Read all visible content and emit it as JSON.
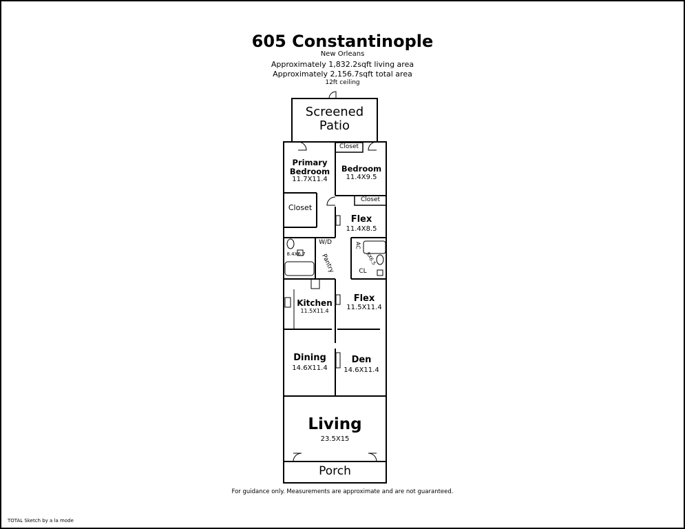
{
  "header": {
    "title": "605 Constantinople",
    "city": "New Orleans",
    "living_area": "Approximately 1,832.2sqft living area",
    "total_area": "Approximately 2,156.7sqft total area",
    "ceiling": "12ft ceiling"
  },
  "rooms": {
    "screened_patio": {
      "line1": "Screened",
      "line2": "Patio"
    },
    "closet_top": "Closet",
    "primary_bedroom": {
      "line1": "Primary",
      "line2": "Bedroom",
      "dims": "11.7X11.4"
    },
    "bedroom": {
      "name": "Bedroom",
      "dims": "11.4X9.5"
    },
    "closet_mid": "Closet",
    "closet_left": "Closet",
    "flex_upper": {
      "name": "Flex",
      "dims": "11.4X8.5"
    },
    "wd": "W/D",
    "bath_left_dims": "8.4X6.7",
    "pantry": "Pantry",
    "ac": "AC",
    "bath_right_dims": "8X6.5",
    "cl": "CL",
    "kitchen": {
      "name": "Kitchen",
      "dims": "11.5X11.4"
    },
    "flex_lower": {
      "name": "Flex",
      "dims": "11.5X11.4"
    },
    "dining": {
      "name": "Dining",
      "dims": "14.6X11.4"
    },
    "den": {
      "name": "Den",
      "dims": "14.6X11.4"
    },
    "living": {
      "name": "Living",
      "dims": "23.5X15"
    },
    "porch": "Porch"
  },
  "footer": {
    "disclaimer": "For guidance only. Measurements are approximate and are not guaranteed.",
    "credit": "TOTAL Sketch by a la mode"
  }
}
